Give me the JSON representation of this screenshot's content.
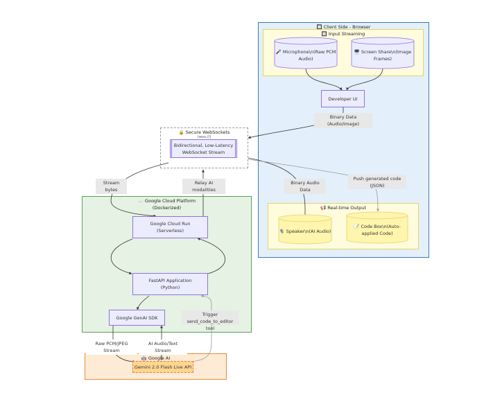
{
  "clusters": {
    "client": "🔲 Client Side - Browser",
    "input": "🔲 Input Streaming",
    "output": "📢 Real-time Output",
    "websockets": "🔒 Secure WebSockets",
    "websockets_sub": "(wss://)",
    "gcp_line1": "☁️ Google Cloud Platform",
    "gcp_line2": "(Dockerized)",
    "google_ai": "🤖 Google AI"
  },
  "nodes": {
    "microphone_line1": "🎤 Microphone\\n(Raw PCM",
    "microphone_line2": "Audio)",
    "screen_line1": "🖥️ Screen Share\\n(Image",
    "screen_line2": "Frames)",
    "developer_ui": "Developer UI",
    "ws_stream_line1": "Bidirectional, Low-Latency",
    "ws_stream_line2": "WebSocket Stream",
    "speaker": "🎙️ Speaker\\n(AI Audio)",
    "codebox_line1": "📝 Code Box\\n(Auto-",
    "codebox_line2": "applied Code)",
    "cloud_run_line1": "Google Cloud Run",
    "cloud_run_line2": "(Serverless)",
    "fastapi_line1": "FastAPI Application",
    "fastapi_line2": "(Python)",
    "genai_sdk": "Google GenAI SDK",
    "gemini": "Gemini 2.0 Flash Live API"
  },
  "edges": {
    "binary_data": "Binary Data (Audio/Image)",
    "stream_bytes": "Stream bytes",
    "relay_ai": "Relay AI modalities",
    "binary_audio": "Binary Audio Data",
    "push_code_line1": "Push generated code",
    "push_code_line2": "(JSON)",
    "raw_pcm": "Raw PCM/JPEG Stream",
    "ai_audio_text": "AI Audio/Text Stream",
    "trigger_line1": "Trigger",
    "trigger_line2": "send_code_to_editor tool"
  },
  "colors": {
    "client_bg": "#e3f0fb",
    "client_border": "#3b79b8",
    "yellow_bg": "#fffbdd",
    "yellow_border": "#e3d36a",
    "cylinder_purple": "#ececff",
    "cylinder_yellow": "#fff5ad",
    "node_border": "#9370db",
    "gcp_bg": "#e6f2e3",
    "gcp_border": "#5aa05a",
    "ai_bg": "#fdebd6",
    "ai_border": "#e8883b",
    "gemini_bg": "#ffd591",
    "gemini_border": "#e67e22"
  }
}
